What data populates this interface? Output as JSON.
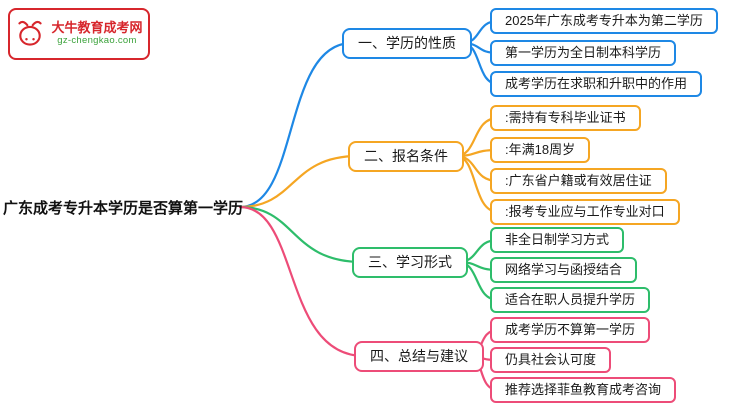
{
  "logo": {
    "title": "大牛教育成考网",
    "subtitle": "gz-chengkao.com",
    "icon": "bull-icon",
    "border_color": "#D7262C",
    "subtitle_color": "#3BA23B"
  },
  "root": {
    "label": "广东成考专升本学历是否算第一学历"
  },
  "colors": {
    "branch1": "#1E88E5",
    "branch2": "#F5A623",
    "branch3": "#2EBD6B",
    "branch4": "#ED4C78"
  },
  "branches": [
    {
      "label": "一、学历的性质",
      "color": "#1E88E5",
      "children": [
        "2025年广东成考专升本为第二学历",
        "第一学历为全日制本科学历",
        "成考学历在求职和升职中的作用"
      ]
    },
    {
      "label": "二、报名条件",
      "color": "#F5A623",
      "children": [
        ":需持有专科毕业证书",
        ":年满18周岁",
        ":广东省户籍或有效居住证",
        ":报考专业应与工作专业对口"
      ]
    },
    {
      "label": "三、学习形式",
      "color": "#2EBD6B",
      "children": [
        "非全日制学习方式",
        "网络学习与函授结合",
        "适合在职人员提升学历"
      ]
    },
    {
      "label": "四、总结与建议",
      "color": "#ED4C78",
      "children": [
        "成考学历不算第一学历",
        "仍具社会认可度",
        "推荐选择菲鱼教育成考咨询"
      ]
    }
  ]
}
